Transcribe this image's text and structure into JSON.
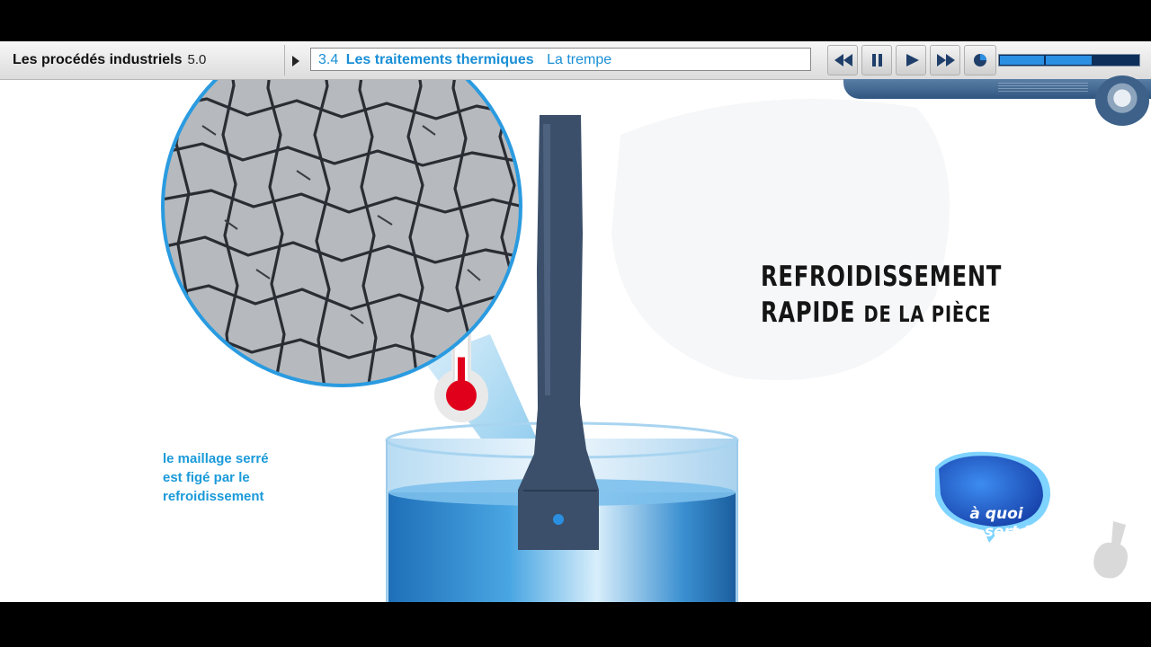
{
  "toolbar": {
    "course_title": "Les procédés industriels",
    "course_version": "5.0",
    "chapter_number": "3.4",
    "chapter_title": "Les traitements thermiques",
    "chapter_subtitle": "La trempe",
    "controls": [
      "rewind-icon",
      "pause-icon",
      "play-icon",
      "fast-forward-icon",
      "volume-icon"
    ],
    "progress": 0.66
  },
  "content": {
    "caption_lines": [
      "le maillage serré",
      "est figé par le",
      "refroidissement"
    ],
    "headline_line1": "REFROIDISSEMENT",
    "headline_line2_bold": "RAPIDE",
    "headline_line2_rest": "DE LA PIÈCE",
    "badge_line1": "à quoi",
    "badge_line2": "ça sert ?",
    "thermometer_level": 0.34
  },
  "colors": {
    "accent": "#1a9ad9",
    "water": "#2f86c9",
    "metal": "#3b4f6a",
    "thermometer_red": "#e0001b",
    "badge": "#1d5fd6"
  }
}
